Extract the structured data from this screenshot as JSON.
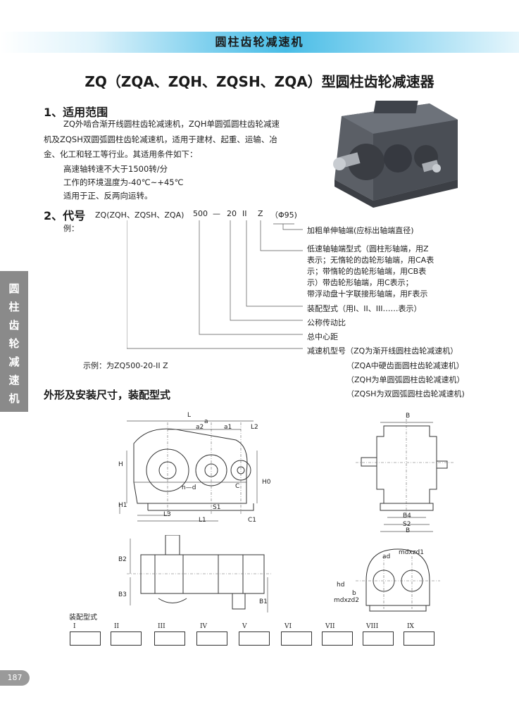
{
  "header": {
    "banner_title": "圆柱齿轮减速机"
  },
  "main_title": "ZQ（ZQA、ZQH、ZQSH、ZQA）型圆柱齿轮减速器",
  "section1": {
    "heading": "1、适用范围",
    "lines": [
      "ZQ外啮合渐开线圆柱齿轮减速机，ZQH单圆弧圆柱齿轮减速",
      "机及ZQSH双圆弧圆柱齿轮减速机，适用于建材、起重、运输、冶",
      "金、化工和轻工等行业。其适用条件如下："
    ],
    "conditions": [
      "高速轴转速不大于1500转/分",
      "工作的环境温度为-40℃~+45℃",
      "适用于正、反两向运转。"
    ]
  },
  "section2": {
    "heading": "2、代号",
    "example_label": "例：",
    "code_parts": [
      "ZQ(ZQH、ZQSH、ZQA)",
      "500",
      "—",
      "20",
      "II",
      "Z",
      "（Φ95)"
    ],
    "explanations": [
      "加粗单伸轴端(应标出轴端直径)",
      "低速轴轴端型式（圆柱形轴端，用Z",
      "表示；无惰轮的齿轮形轴端，用CA表",
      "示；带惰轮的齿轮形轴端，用CB表",
      "示）带齿轮形轴端，用C表示；",
      "带浮动盘十字联接形轴端，用F表示",
      "装配型式（用I、II、III……表示）",
      "公称传动比",
      "总中心距",
      "减速机型号（ZQ为渐开线圆柱齿轮减速机）",
      "（ZQA中硬齿面圆柱齿轮减速机）",
      "（ZQH为单圆弧圆柱齿轮减速机）",
      "（ZQSH为双圆弧圆柱齿轮减速机)"
    ],
    "example_text": "示例：为ZQ500-20-II  Z"
  },
  "section3": {
    "heading": "外形及安装尺寸，装配型式"
  },
  "drawing_labels": {
    "L": "L",
    "a": "a",
    "a2": "a2",
    "a1": "a1",
    "L2": "L2",
    "H": "H",
    "H0": "H0",
    "H1": "H1",
    "nd": "n—d",
    "C": "C",
    "S1": "S1",
    "L3": "L3",
    "L1": "L1",
    "C1": "C1",
    "B": "B",
    "B4": "B4",
    "S2": "S2",
    "B2": "B2",
    "B3": "B3",
    "B1": "B1",
    "mdzd1": "mdxzd1",
    "mdzd2": "mdxzd2",
    "ad": "ad",
    "hd": "hd",
    "b": "b"
  },
  "assembly": {
    "label": "装配型式",
    "types": [
      "I",
      "II",
      "III",
      "IV",
      "V",
      "VI",
      "VII",
      "VIII",
      "IX"
    ]
  },
  "sidebar": {
    "chars": [
      "圆",
      "柱",
      "齿",
      "轮",
      "减",
      "速",
      "机"
    ]
  },
  "page_number": "187"
}
